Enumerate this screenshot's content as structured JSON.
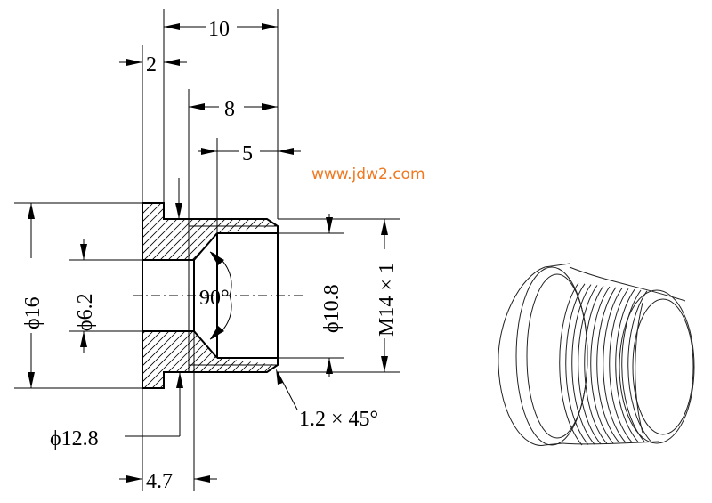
{
  "watermark": {
    "text": "www.jdw2.com",
    "color": "#f07820"
  },
  "dimensions": {
    "total_length": "10",
    "flange_thickness": "2",
    "bore_depth": "8",
    "thread_length": "5",
    "outer_diameter": "ϕ16",
    "inner_small_diameter": "ϕ6.2",
    "angle": "90°",
    "inner_large_diameter": "ϕ10.8",
    "thread_spec": "M14 × 1",
    "chamfer": "1.2 × 45°",
    "neck_diameter": "ϕ12.8",
    "neck_offset": "4.7"
  },
  "colors": {
    "line": "#000000",
    "background": "#ffffff"
  }
}
